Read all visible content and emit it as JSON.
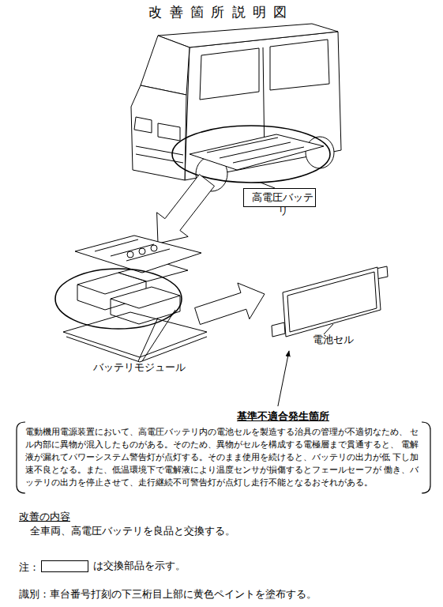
{
  "diagram": {
    "title": "改善箇所説明図",
    "nodes": [
      {
        "text": [
          "高電圧バッテリ"
        ]
      },
      {
        "text": [
          "電池セル"
        ]
      },
      {
        "text": [
          "基準不適合発生箇所",
          "電動機用電源装置において、高電圧バッテリ内の電池セルを製造する治具の管理が不適切なため、 セル内部に異物が混入したものがある。そのため、異物がセルを構成する電極層まで貫通すると、 電解液が漏れてパワーシステム警告灯が点灯する。そのまま使用を続けると、バッテリの出力が低 下し加速不良となる。また、低温環境下で電解液により温度センサが損傷するとフェールセーフが 働き、バッテリの出力を停止させて、走行継続不可警告灯が点灯し走行不能となるおそれがある。"
        ]
      }
    ],
    "edges": [
      {
        "from": 2,
        "to": 1,
        "arrow": "to"
      }
    ],
    "labels": [
      "バッテリモジュール",
      "改善の内容",
      "全車両、高電圧バッテリを良品と交換する。",
      "注：",
      "識別：車台番号打刻の下三桁目上部に黄色ペイントを塗布する。"
    ],
    "legend": [
      {
        "text": "は交換部品を示す。"
      }
    ]
  }
}
